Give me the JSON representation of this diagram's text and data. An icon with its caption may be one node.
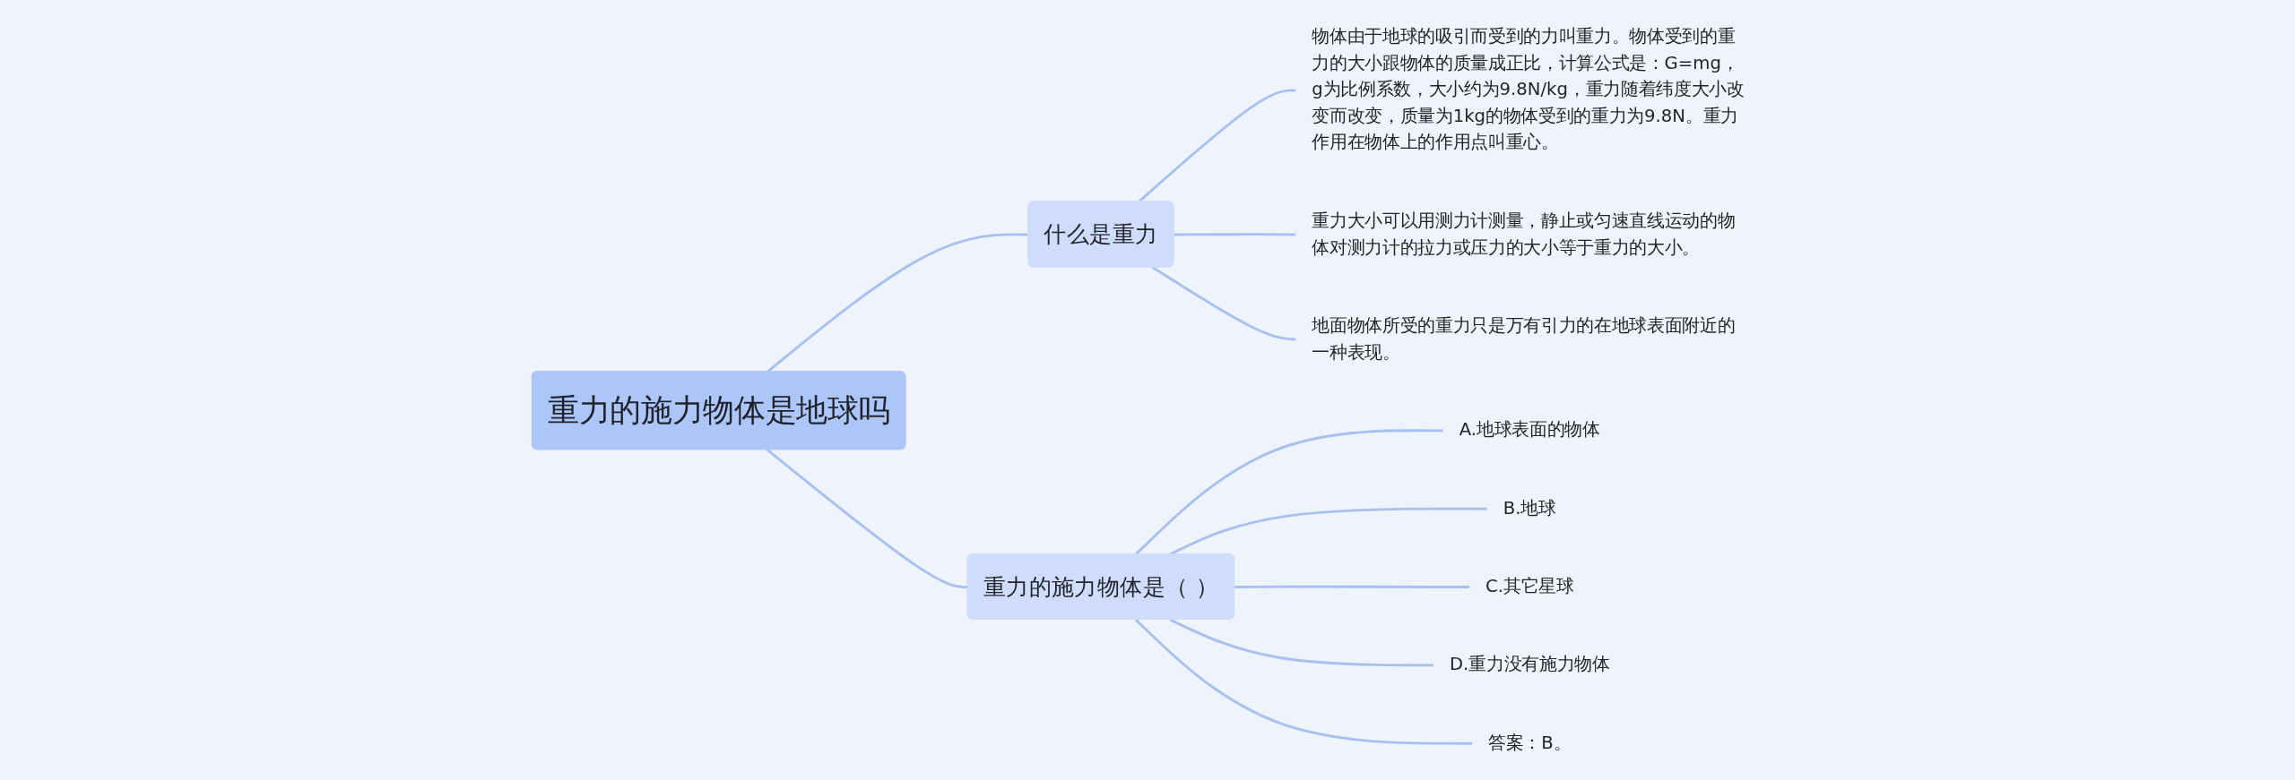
{
  "diagram": {
    "nodes": [
      {
        "text": [
          "重力的施力物体是地球吗"
        ]
      },
      {
        "text": [
          "什么是重力"
        ]
      },
      {
        "text": [
          "物体由于地球的吸引而受到的力叫重力。物体受到的重力的大小跟物体的质量成正比，计算公式是：G=mg，g为比例系数，大小约为9.8N/kg，重力随着纬度大小改变而改变，质量为1kg的物体受到的重力为9.8N。重力作用在物体上的作用点叫重心。"
        ]
      },
      {
        "text": [
          "重力大小可以用测力计测量，静止或匀速直线运动的物体对测力计的拉力或压力的大小等于重力的大小。"
        ]
      },
      {
        "text": [
          "地面物体所受的重力只是万有引力的在地球表面附近的一种表现。"
        ]
      },
      {
        "text": [
          "重力的施力物体是（ ）"
        ]
      },
      {
        "text": [
          "A.地球表面的物体"
        ]
      },
      {
        "text": [
          "B.地球"
        ]
      },
      {
        "text": [
          "C.其它星球"
        ]
      },
      {
        "text": [
          "D.重力没有施力物体"
        ]
      },
      {
        "text": [
          "答案：B。"
        ]
      }
    ],
    "edges": [
      {
        "from": 0,
        "to": 1,
        "arrow": "none"
      },
      {
        "from": 1,
        "to": 2,
        "arrow": "none"
      },
      {
        "from": 1,
        "to": 3,
        "arrow": "none"
      },
      {
        "from": 1,
        "to": 4,
        "arrow": "none"
      },
      {
        "from": 0,
        "to": 5,
        "arrow": "none"
      },
      {
        "from": 5,
        "to": 6,
        "arrow": "none"
      },
      {
        "from": 5,
        "to": 7,
        "arrow": "none"
      },
      {
        "from": 5,
        "to": 8,
        "arrow": "none"
      },
      {
        "from": 5,
        "to": 9,
        "arrow": "none"
      },
      {
        "from": 5,
        "to": 10,
        "arrow": "none"
      }
    ]
  }
}
